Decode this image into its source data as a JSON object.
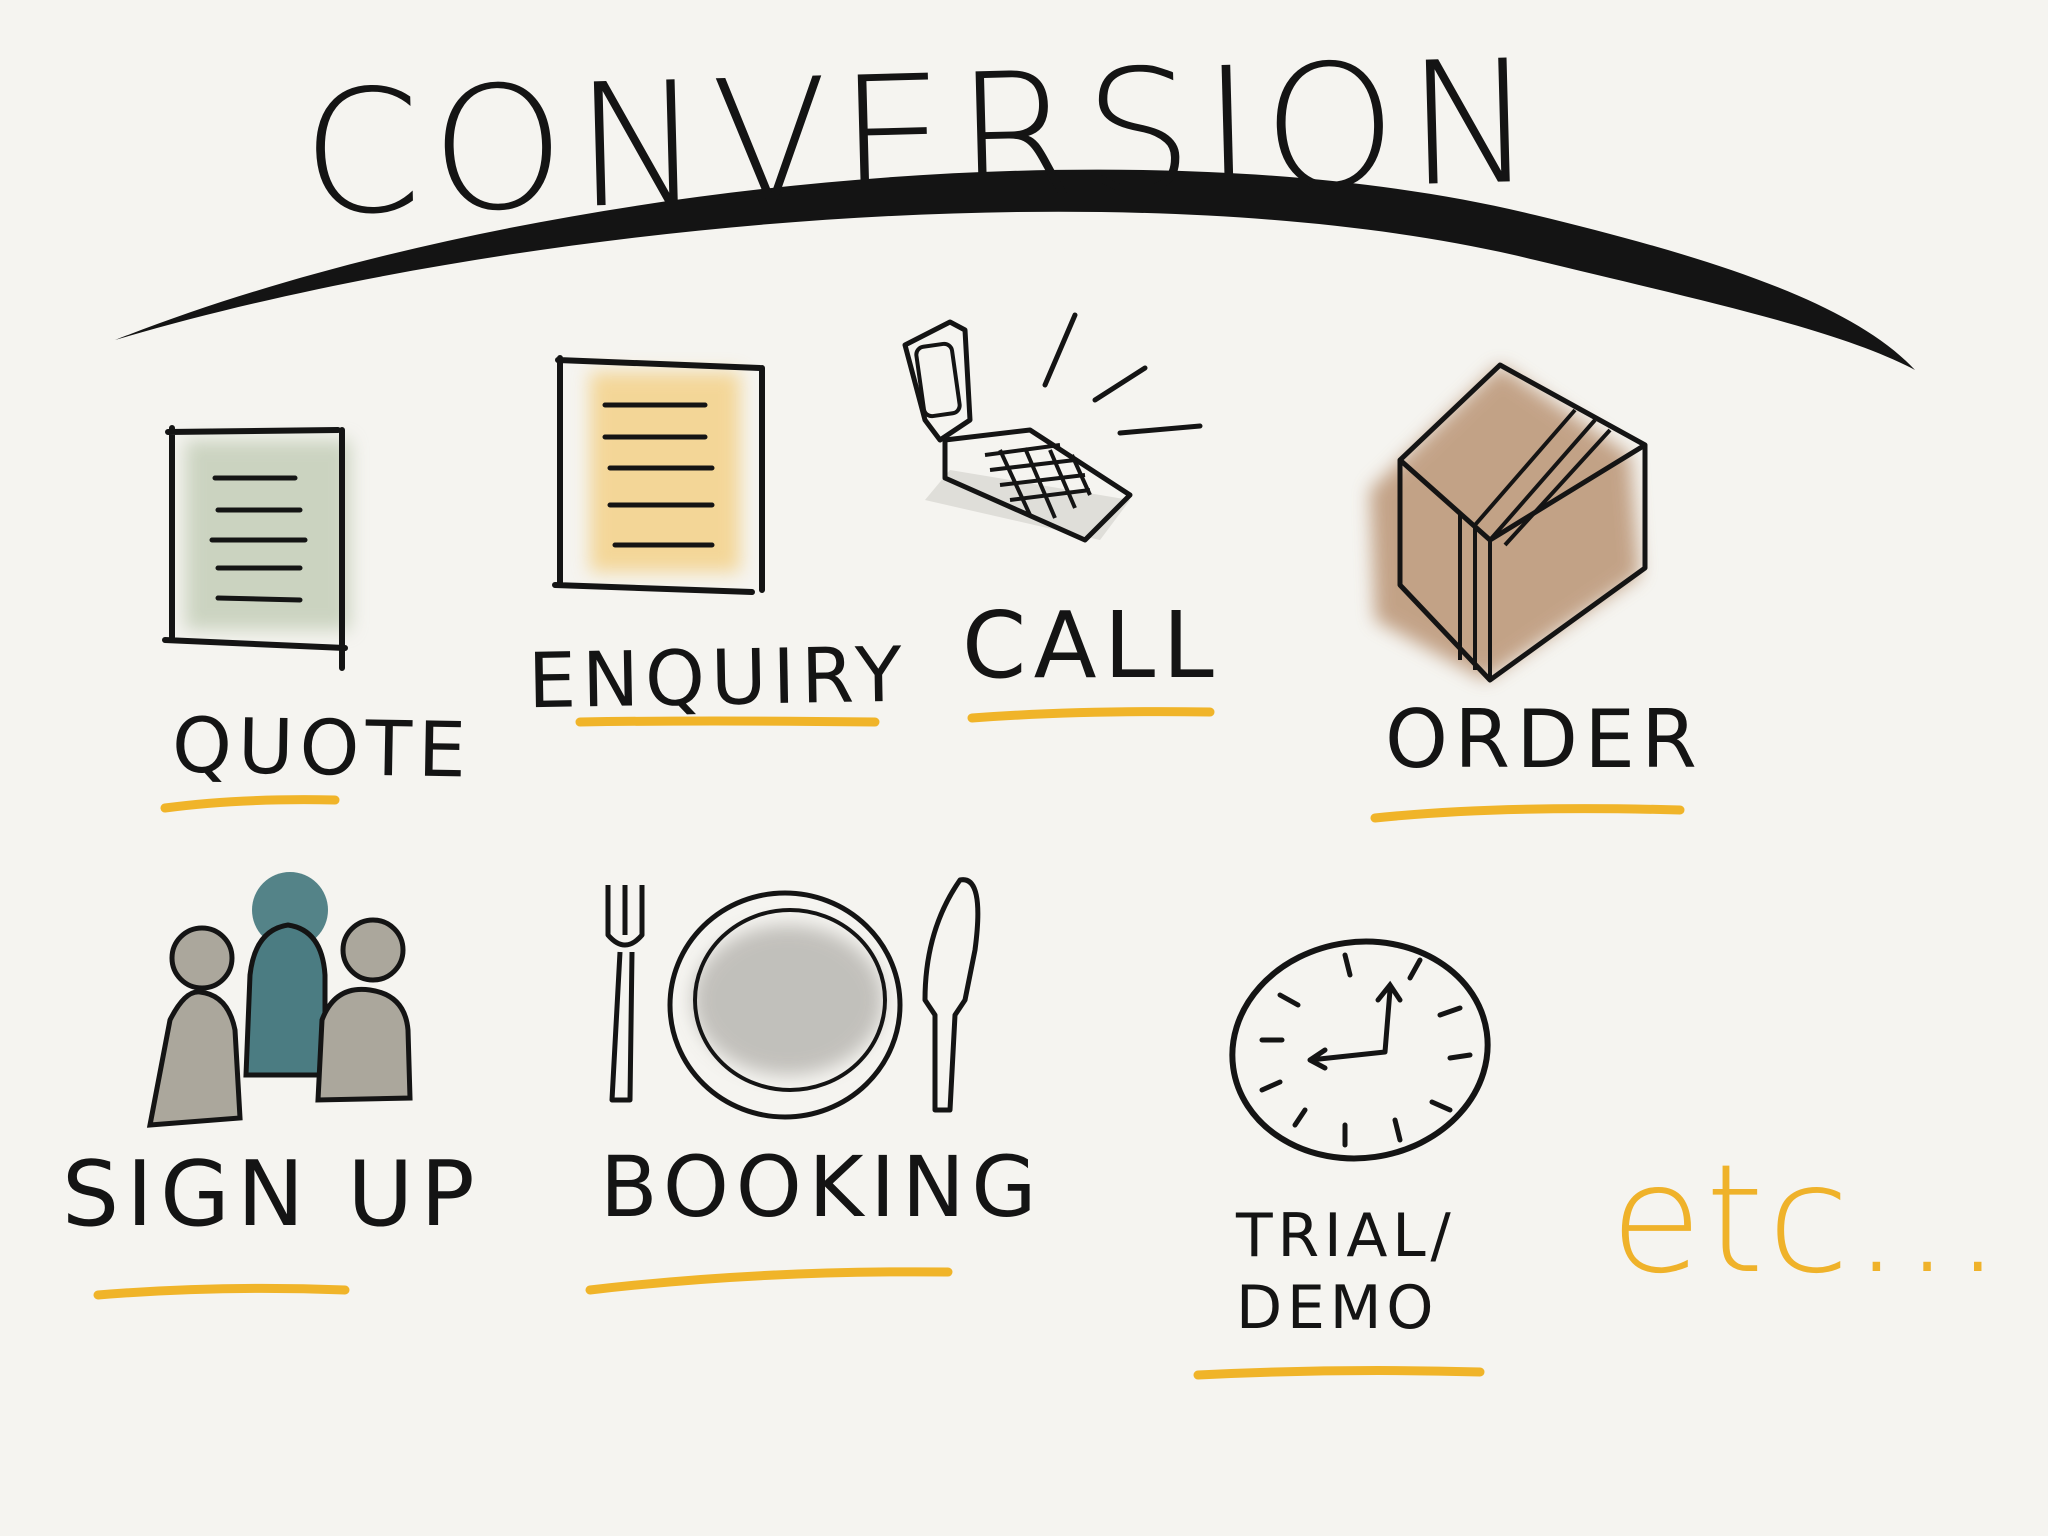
{
  "title": "CONVERSION",
  "colors": {
    "ink": "#141414",
    "underline": "#f0b429",
    "quote_wash": "#a9b99a",
    "enquiry_wash": "#f3c35d",
    "box_wash": "#a8774f",
    "person_grey": "#aba79c",
    "person_teal": "#4b7c82",
    "plate_wash": "#b9b7b2",
    "etc_color": "#efb22a"
  },
  "items": [
    {
      "label": "QUOTE",
      "icon": "document-icon"
    },
    {
      "label": "ENQUIRY",
      "icon": "document-icon"
    },
    {
      "label": "CALL",
      "icon": "phone-icon"
    },
    {
      "label": "ORDER",
      "icon": "box-icon"
    },
    {
      "label": "SIGN UP",
      "icon": "people-icon"
    },
    {
      "label": "BOOKING",
      "icon": "plate-cutlery-icon"
    },
    {
      "label_line1": "TRIAL/",
      "label_line2": "DEMO",
      "icon": "clock-icon"
    }
  ],
  "etc": "etc..."
}
